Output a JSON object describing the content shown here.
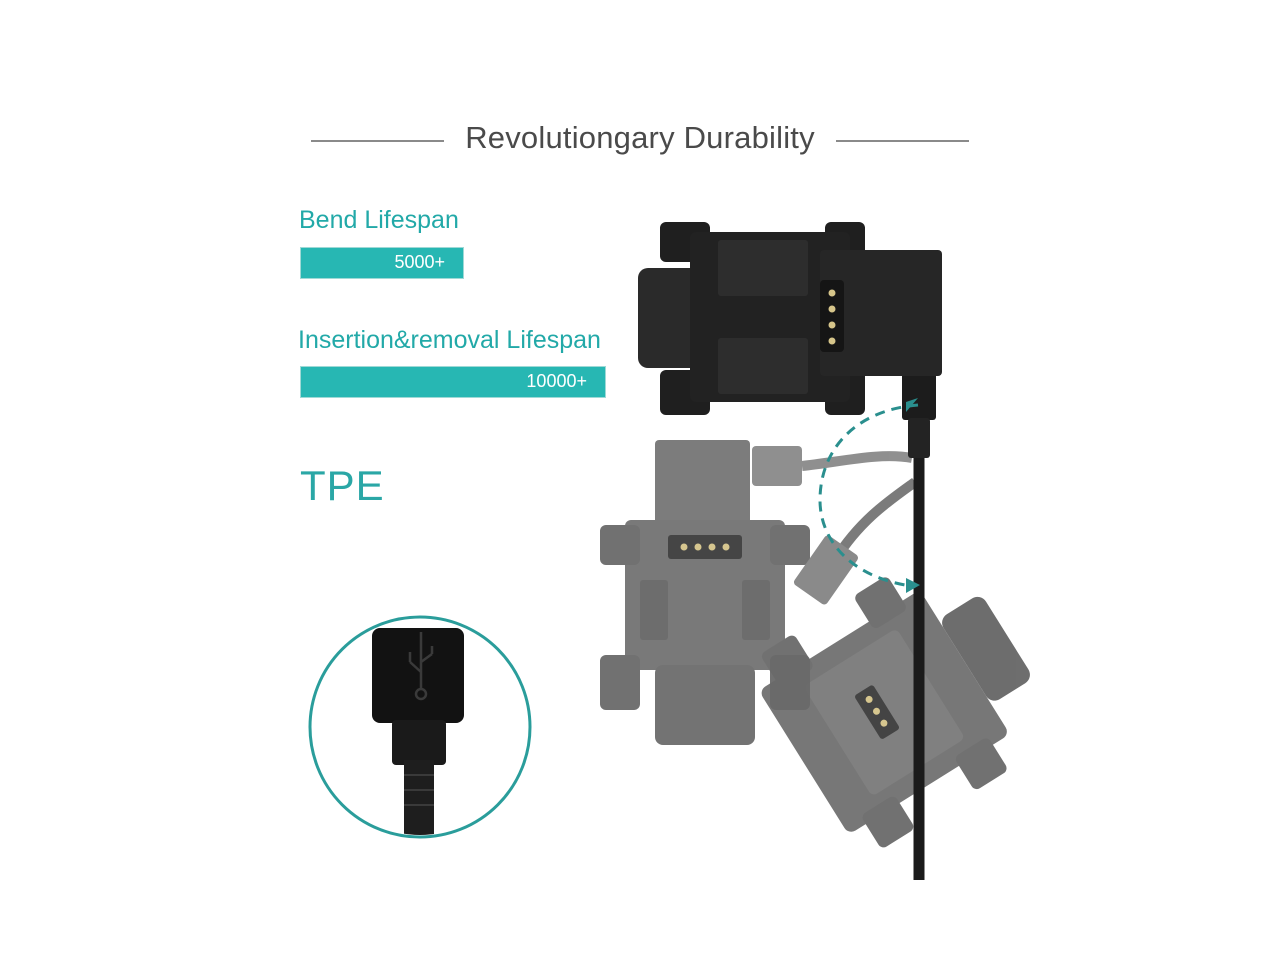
{
  "heading": {
    "title": "Revolutiongary Durability"
  },
  "metrics": [
    {
      "label": "Bend Lifespan",
      "value": "5000+"
    },
    {
      "label": "Insertion&removal Lifespan",
      "value": "10000+"
    }
  ],
  "material": {
    "label": "TPE"
  },
  "icons": {
    "usb_symbol": "usb-icon",
    "rotation_arrow": "rotation-arrow-icon"
  },
  "colors": {
    "accent": "#27b7b3",
    "accent_text": "#22a9a8",
    "dark_plastic": "#202020",
    "faded_plastic": "#6c6c6c",
    "heading_text": "#4a4a4a"
  }
}
